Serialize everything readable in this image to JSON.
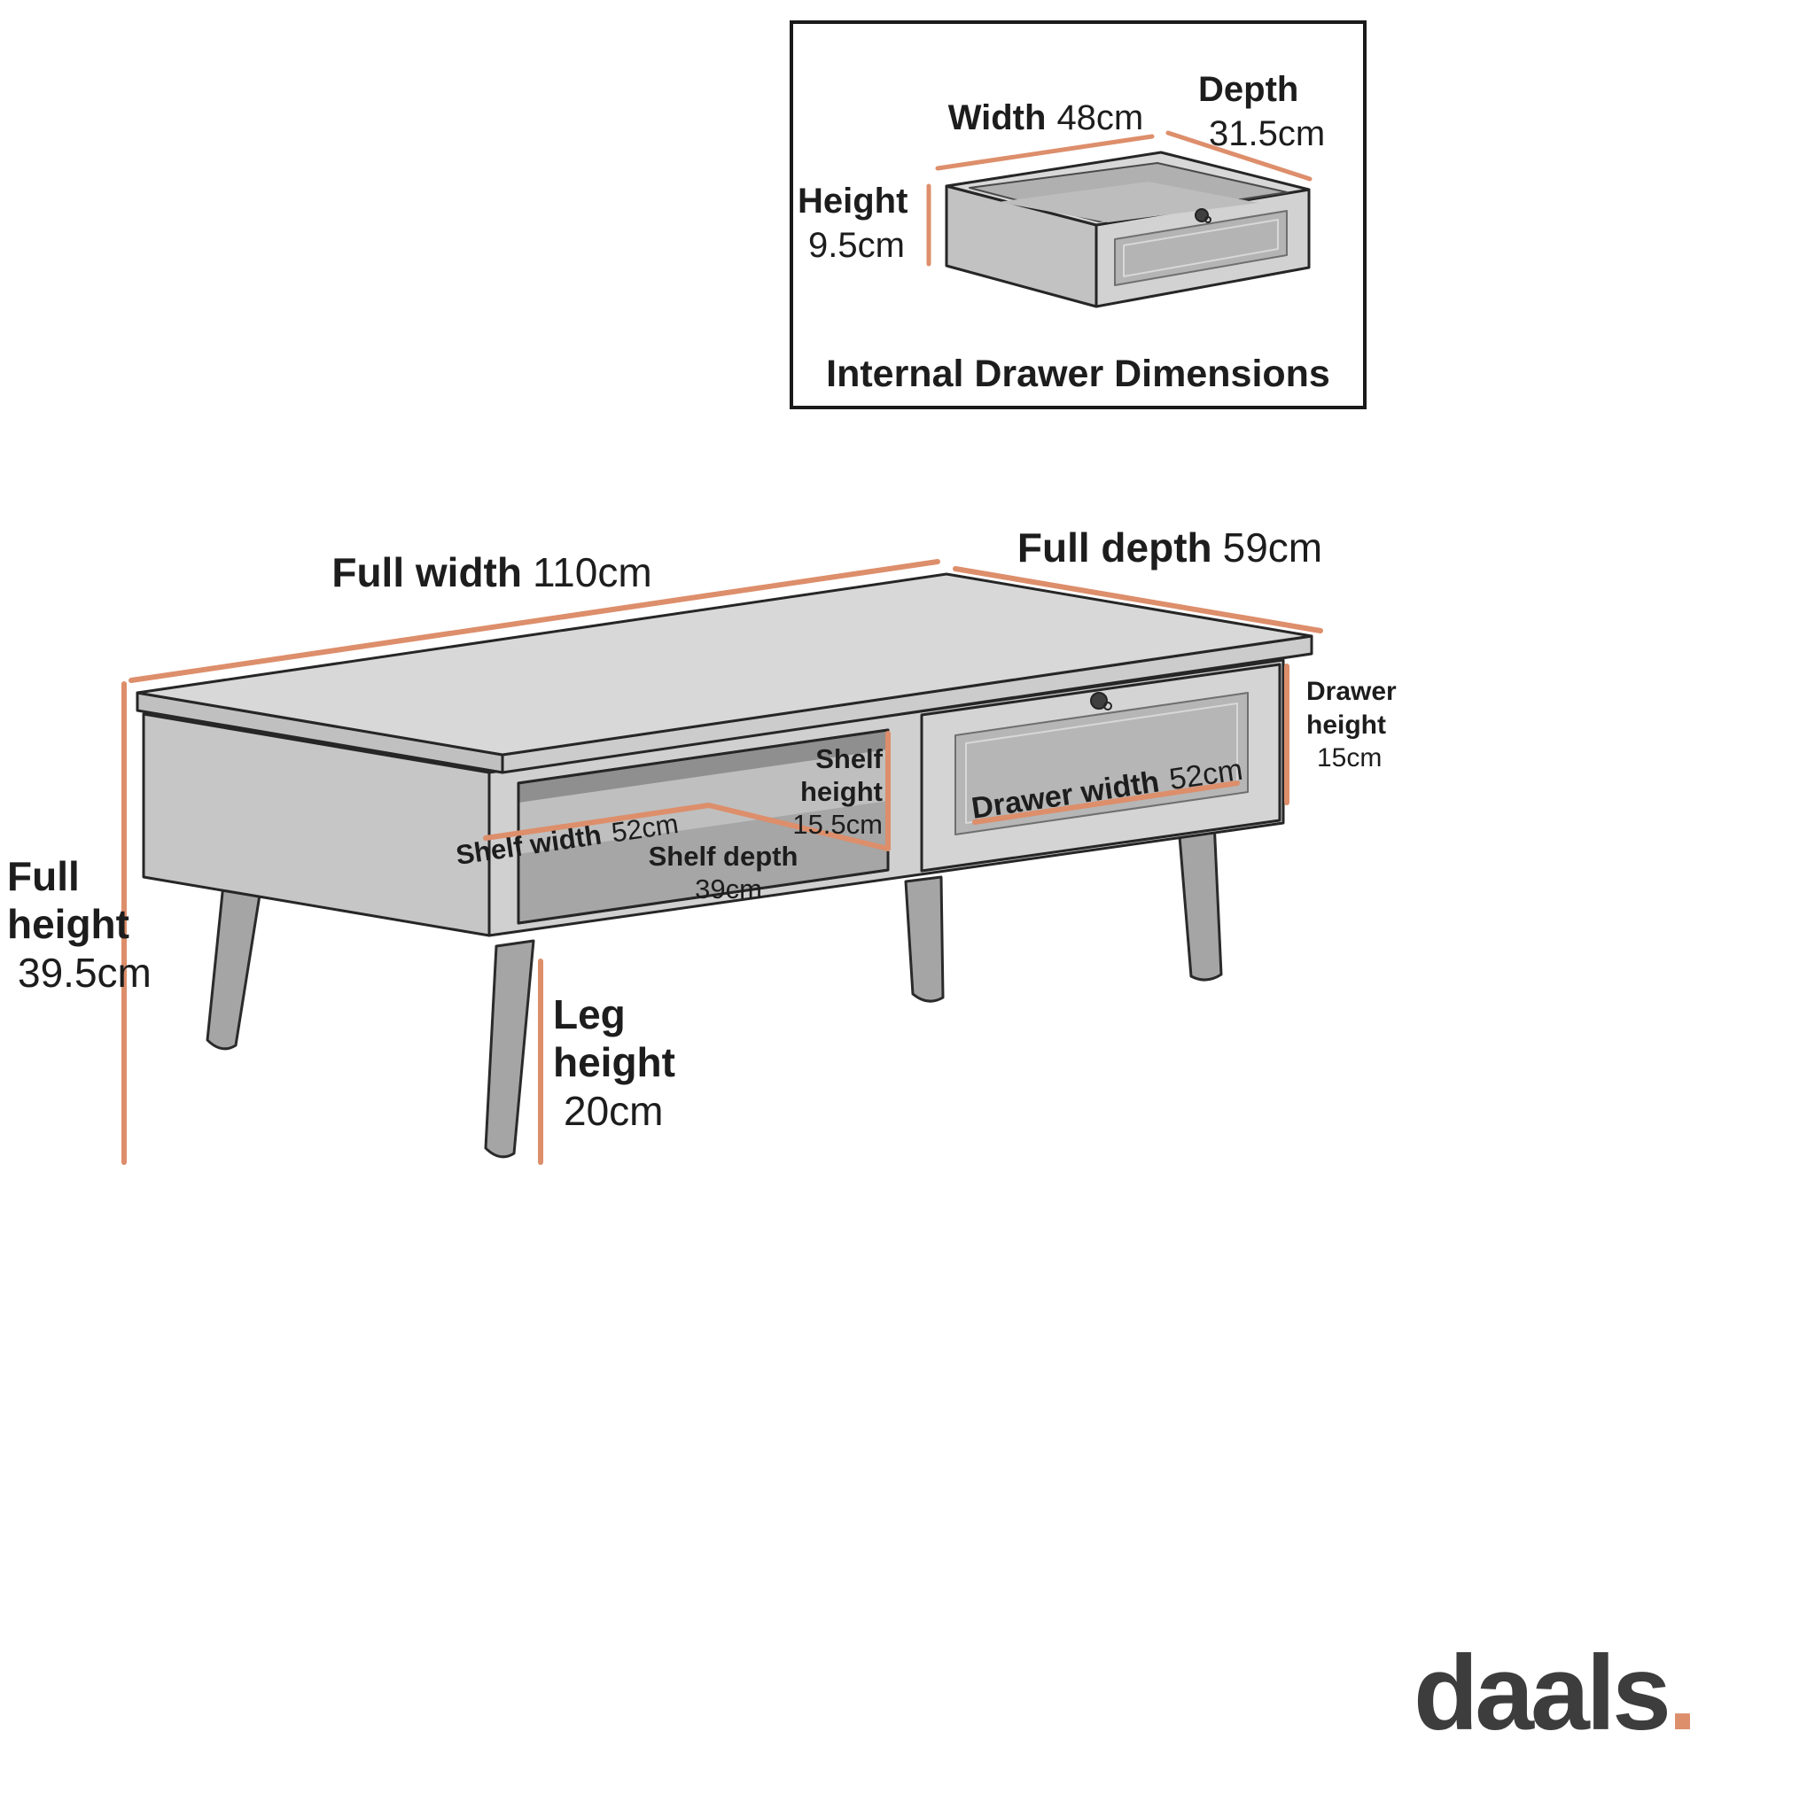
{
  "colors": {
    "accent": "#DD8E6B",
    "outline": "#262626",
    "text": "#1D1D1D",
    "table_top": "#D8D8D8",
    "table_front": "#D0D0D0",
    "table_side": "#C6C6C6",
    "shelf_interior": "#BFBFBF",
    "leg": "#A5A5A5"
  },
  "inset": {
    "title": "Internal Drawer Dimensions",
    "width": {
      "label": "Width",
      "value": "48cm"
    },
    "depth": {
      "label": "Depth",
      "value": "31.5cm"
    },
    "height": {
      "label": "Height",
      "value": "9.5cm"
    }
  },
  "diagram": {
    "full_width": {
      "label": "Full width",
      "value": "110cm"
    },
    "full_depth": {
      "label": "Full depth",
      "value": "59cm"
    },
    "full_height": {
      "label_line1": "Full",
      "label_line2": "height",
      "value": "39.5cm"
    },
    "drawer_height": {
      "label_line1": "Drawer",
      "label_line2": "height",
      "value": "15cm"
    },
    "drawer_width": {
      "label": "Drawer width",
      "value": "52cm"
    },
    "shelf_width": {
      "label": "Shelf width",
      "value": "52cm"
    },
    "shelf_depth": {
      "label": "Shelf depth",
      "value": "39cm"
    },
    "shelf_height": {
      "label_line1": "Shelf",
      "label_line2": "height",
      "value": "15.5cm"
    },
    "leg_height": {
      "label_line1": "Leg",
      "label_line2": "height",
      "value": "20cm"
    }
  },
  "brand": {
    "name": "daals",
    "dot": "."
  }
}
